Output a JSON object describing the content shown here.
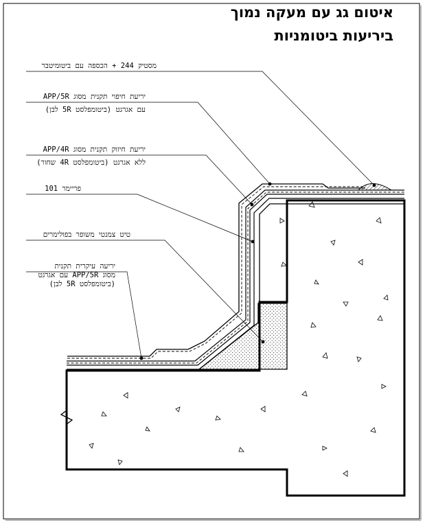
{
  "title": {
    "line1": "איטום גג עם מעקה נמוך",
    "line2": "ביריעות ביטומניות"
  },
  "callouts": [
    {
      "id": "mastic",
      "lines": [
        "מסטיק 244 + הכספה עם ביטומיטבר"
      ]
    },
    {
      "id": "top-membrane",
      "lines": [
        "יריעת חיפוי תקנית מסוג APP/5R",
        "עם אגרגט (ביטומפלסט 5R לבן)"
      ]
    },
    {
      "id": "reinforce-membrane",
      "lines": [
        "יריעת חיזוק תקנית מסוג APP/4R",
        "ללא אגרגט (ביטומפלסט 4R שחור)"
      ]
    },
    {
      "id": "primer",
      "lines": [
        "פריימר 101"
      ]
    },
    {
      "id": "cement-fillet",
      "lines": [
        "טיט צמנטי משופר בפולימרים"
      ]
    },
    {
      "id": "main-membrane",
      "lines": [
        "יריעה עיקרית תקנית",
        "מסוג APP/5R עם אגרגט",
        "(ביטומפלסט 5R לבן)"
      ]
    }
  ]
}
